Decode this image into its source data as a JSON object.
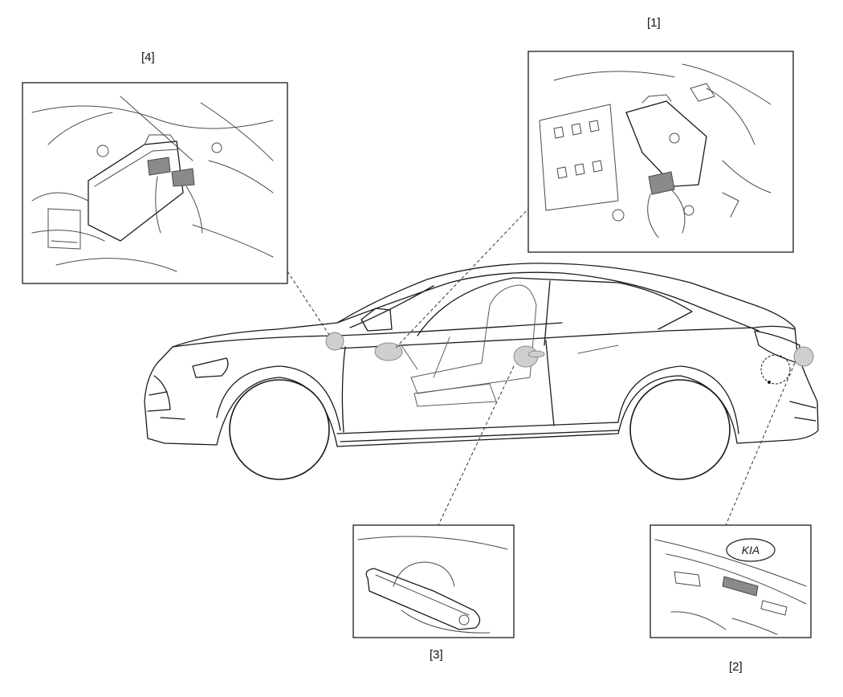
{
  "diagram": {
    "callouts": [
      {
        "id": "1",
        "label": "[1]",
        "subject": "connector-bracket-detail"
      },
      {
        "id": "2",
        "label": "[2]",
        "subject": "trunk-emblem-detail"
      },
      {
        "id": "3",
        "label": "[3]",
        "subject": "door-handle-detail"
      },
      {
        "id": "4",
        "label": "[4]",
        "subject": "module-under-cowl-detail"
      }
    ],
    "emblem_text": "KIA"
  },
  "colors": {
    "line": "#1a1a1a",
    "sketch": "#4a4a4a",
    "marker_fill": "#cfcfcf",
    "marker_stroke": "#8a8a8a",
    "background": "#ffffff"
  },
  "icons": {
    "vehicle": "car-side-view-icon",
    "location_marker": "gray-dot-marker-icon"
  }
}
